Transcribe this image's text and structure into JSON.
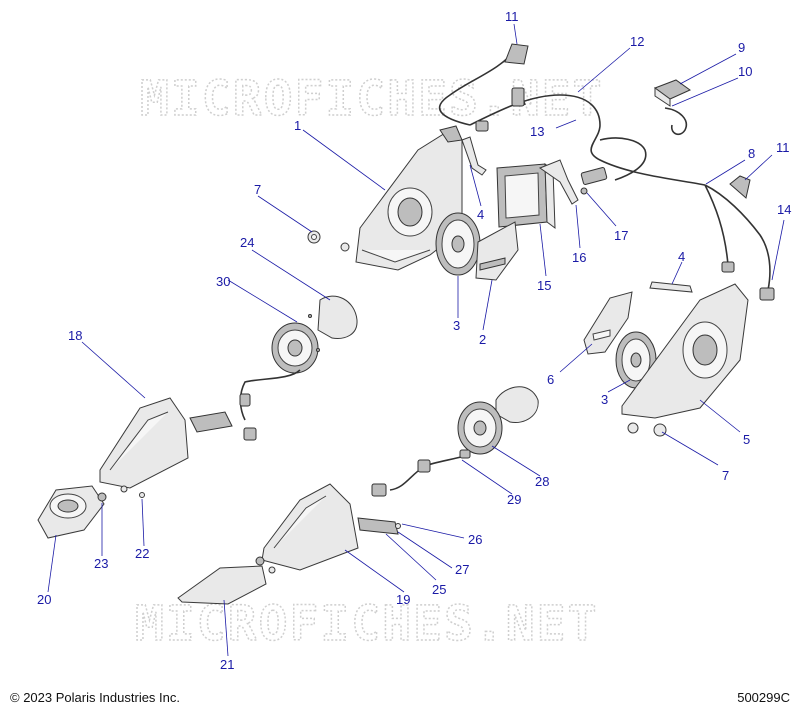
{
  "watermark": "MICROFICHES.NET",
  "footer": {
    "copyright": "© 2023 Polaris Industries Inc.",
    "doc_number": "500299C"
  },
  "callouts": {
    "c1": "1",
    "c2": "2",
    "c3a": "3",
    "c3b": "3",
    "c4a": "4",
    "c4b": "4",
    "c5": "5",
    "c6": "6",
    "c7a": "7",
    "c7b": "7",
    "c8": "8",
    "c9": "9",
    "c10": "10",
    "c11a": "11",
    "c11b": "11",
    "c12": "12",
    "c13": "13",
    "c14": "14",
    "c15": "15",
    "c16": "16",
    "c17": "17",
    "c18": "18",
    "c19": "19",
    "c20": "20",
    "c21": "21",
    "c22": "22",
    "c23": "23",
    "c24": "24",
    "c25": "25",
    "c26": "26",
    "c27": "27",
    "c28": "28",
    "c29": "29",
    "c30": "30"
  },
  "colors": {
    "callout": "#1a1aa6",
    "watermark": "#cfcfcf"
  }
}
